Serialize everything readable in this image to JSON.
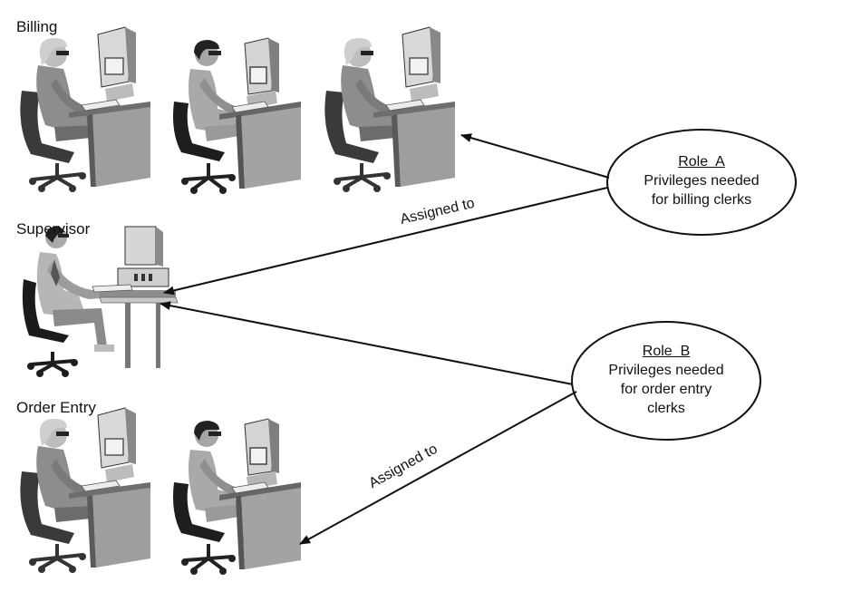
{
  "groups": {
    "billing": "Billing",
    "supervisor": "Supervisor",
    "order_entry": "Order Entry"
  },
  "roles": {
    "a": {
      "title": "Role  A",
      "line1": "Privileges needed",
      "line2": "for billing clerks"
    },
    "b": {
      "title": "Role  B",
      "line1": "Privileges needed",
      "line2": "for order entry",
      "line3": "clerks"
    }
  },
  "arrows": {
    "label_top": "Assigned to",
    "label_bottom": "Assigned to"
  }
}
